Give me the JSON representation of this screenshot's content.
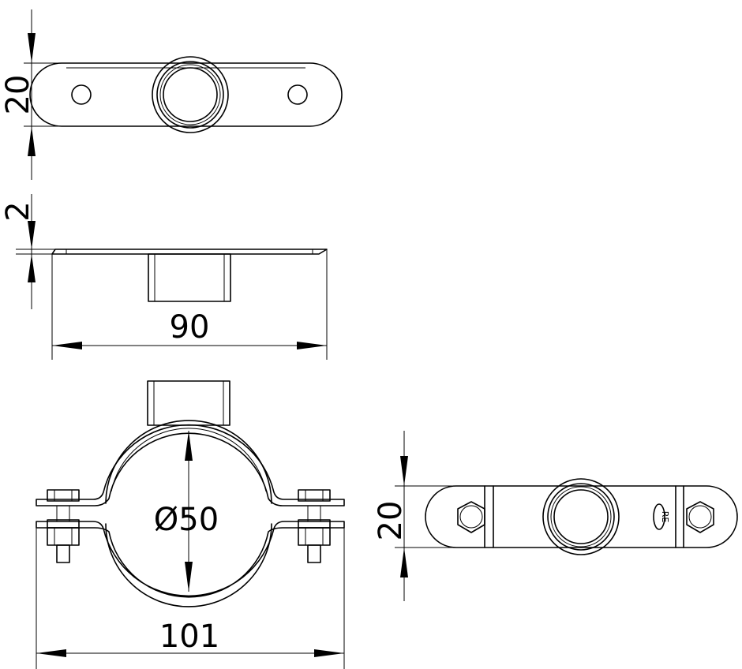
{
  "dimensions": {
    "top_view_height": "20",
    "side_view_thickness": "2",
    "side_view_width": "90",
    "front_view_diameter": "Ø50",
    "front_view_width": "101",
    "bottom_view_height": "20"
  },
  "marking_text": "RE"
}
